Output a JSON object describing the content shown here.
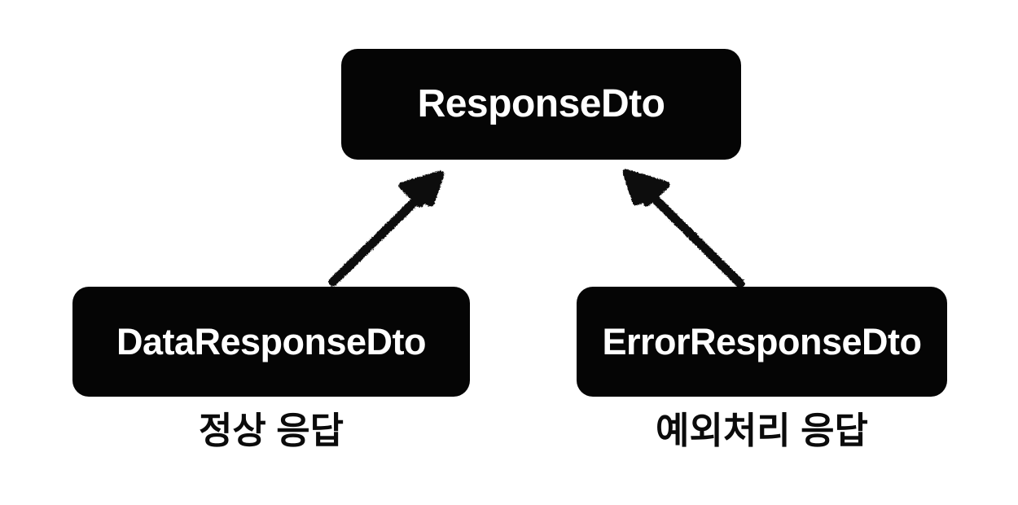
{
  "diagram": {
    "title": "ResponseDto inheritance diagram",
    "background_color": "#ffffff",
    "node_fill_color": "#050505",
    "node_text_color": "#ffffff",
    "caption_text_color": "#0b0b0b",
    "nodes": [
      {
        "id": "response",
        "label": "ResponseDto",
        "role": "parent"
      },
      {
        "id": "data_response",
        "label": "DataResponseDto",
        "role": "child"
      },
      {
        "id": "error_response",
        "label": "ErrorResponseDto",
        "role": "child"
      }
    ],
    "captions": [
      {
        "for": "data_response",
        "text": "정상 응답"
      },
      {
        "for": "error_response",
        "text": "예외처리 응답"
      }
    ],
    "arrows": [
      {
        "id": "arrow-data-to-response",
        "from": "data_response",
        "to": "response",
        "style": "hand-drawn",
        "direction": "up-right"
      },
      {
        "id": "arrow-error-to-response",
        "from": "error_response",
        "to": "response",
        "style": "hand-drawn",
        "direction": "up-left"
      }
    ]
  }
}
